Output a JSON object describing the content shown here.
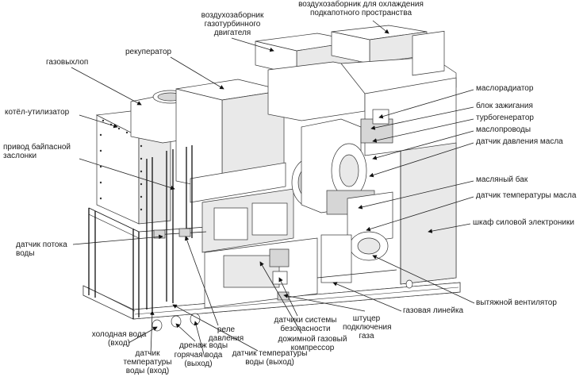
{
  "labels": {
    "air_intake_turbine": "воздухозаборник\nгазотурбинного\nдвигателя",
    "air_intake_cooling": "воздухозаборник для охлаждения\nподкапотного пространства",
    "exhaust": "газовыхлоп",
    "recuperator": "рекуператор",
    "boiler": "котёл-утилизатор",
    "bypass_drive": "привод байпасной\nзаслонки",
    "oil_radiator": "маслорадиатор",
    "ignition_unit": "блок зажигания",
    "turbogenerator": "турбогенератор",
    "oil_lines": "маслопроводы",
    "oil_pressure_sensor": "датчик давления масла",
    "oil_tank": "масляный бак",
    "oil_temp_sensor": "датчик температуры масла",
    "power_cabinet": "шкаф силовой электроники",
    "water_flow_sensor": "датчик потока\nводы",
    "exhaust_fan": "вытяжной вентилятор",
    "gas_line": "газовая линейка",
    "gas_fitting": "штуцер\nподключения\nгаза",
    "safety_sensors": "датчики системы\nбезопасности",
    "booster_compressor": "дожимной газовый\nкомпрессор",
    "pressure_relay": "реле\nдавления",
    "cold_water": "холодная вода\n(вход)",
    "drain": "дренаж воды",
    "hot_water": "горячая вода\n(выход)",
    "water_temp_in": "датчик\nтемпературы\nводы (вход)",
    "water_temp_out": "датчик температуры\nводы (выход)"
  }
}
